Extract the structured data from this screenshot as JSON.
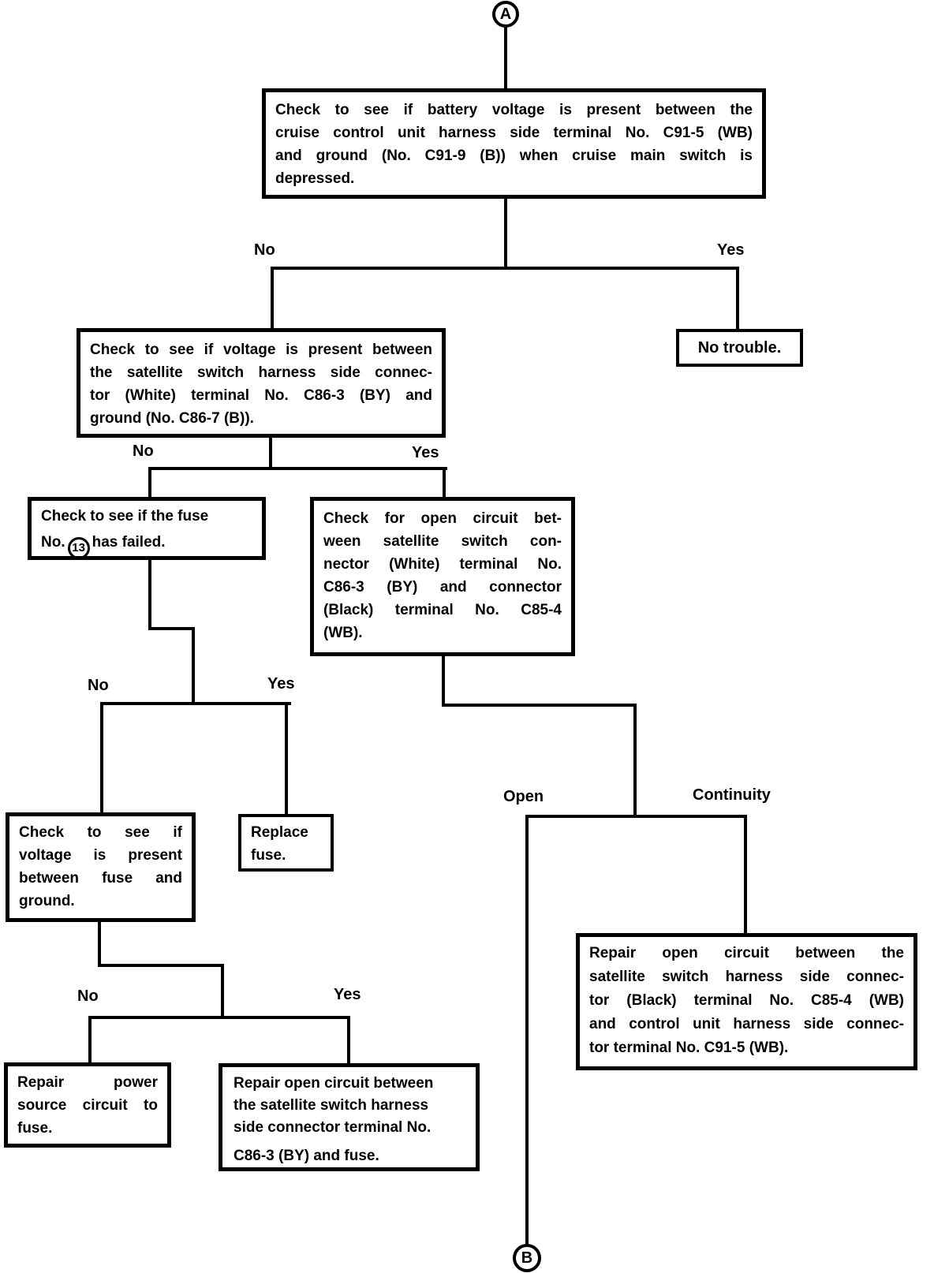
{
  "flowchart": {
    "connectors": {
      "top": "A",
      "bottom": "B"
    },
    "branch_labels": {
      "battery_no": "No",
      "battery_yes": "Yes",
      "satellite_no": "No",
      "satellite_yes": "Yes",
      "fuse_no": "No",
      "fuse_yes": "Yes",
      "circuit_open": "Open",
      "circuit_continuity": "Continuity",
      "fusevolt_no": "No",
      "fusevolt_yes": "Yes"
    },
    "boxes": {
      "check_battery_voltage": {
        "lines": [
          "Check to see if battery voltage is present between the",
          "cruise control unit harness side terminal No. C91-5 (WB)",
          "and ground (No. C91-9 (B)) when cruise main switch is",
          "depressed."
        ]
      },
      "no_trouble": {
        "text": "No trouble."
      },
      "check_satellite_voltage": {
        "lines": [
          "Check to see if voltage is present between",
          "the satellite switch harness side connec-",
          "tor (White) terminal No. C86-3 (BY) and",
          "ground (No. C86-7 (B))."
        ]
      },
      "check_fuse": {
        "line1": "Check to see if the fuse",
        "line2_prefix": "No.",
        "fuse_number": "13",
        "line2_suffix": "has failed."
      },
      "check_open_circuit": {
        "lines": [
          "Check for open circuit bet-",
          "ween satellite switch con-",
          "nector (White) terminal No.",
          "C86-3 (BY) and connector",
          "(Black) terminal No. C85-4",
          "(WB)."
        ]
      },
      "check_fuse_voltage": {
        "lines": [
          "Check to see if",
          "voltage is present",
          "between fuse and",
          "ground."
        ]
      },
      "replace_fuse": {
        "lines": [
          "Replace",
          "fuse."
        ]
      },
      "repair_open_circuit_control": {
        "lines": [
          "Repair open circuit between the",
          "satellite switch harness side connec-",
          "tor (Black) terminal No. C85-4 (WB)",
          "and control unit harness side connec-",
          "tor terminal No. C91-5 (WB)."
        ]
      },
      "repair_power_source": {
        "lines": [
          "Repair power",
          "source circuit to",
          "fuse."
        ]
      },
      "repair_open_circuit_fuse": {
        "lines": [
          "Repair open circuit between",
          "the satellite switch harness",
          "side connector terminal No.",
          "C86-3 (BY) and fuse."
        ]
      }
    }
  }
}
